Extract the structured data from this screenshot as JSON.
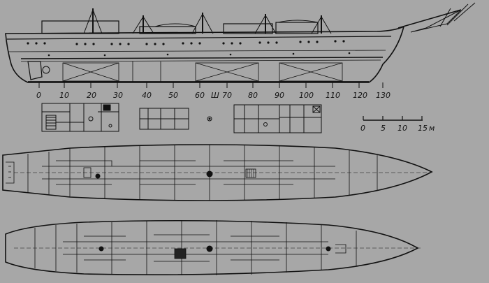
{
  "frame_numbers": [
    "0",
    "10",
    "20",
    "30",
    "40",
    "50",
    "60",
    "Ш",
    "70",
    "80",
    "90",
    "100",
    "110",
    "120",
    "130"
  ],
  "scale_bar": {
    "ticks": [
      "0",
      "5",
      "10",
      "15"
    ],
    "unit": "м"
  },
  "colors": {
    "paper": "#a7a7a7",
    "ink": "#111111"
  }
}
